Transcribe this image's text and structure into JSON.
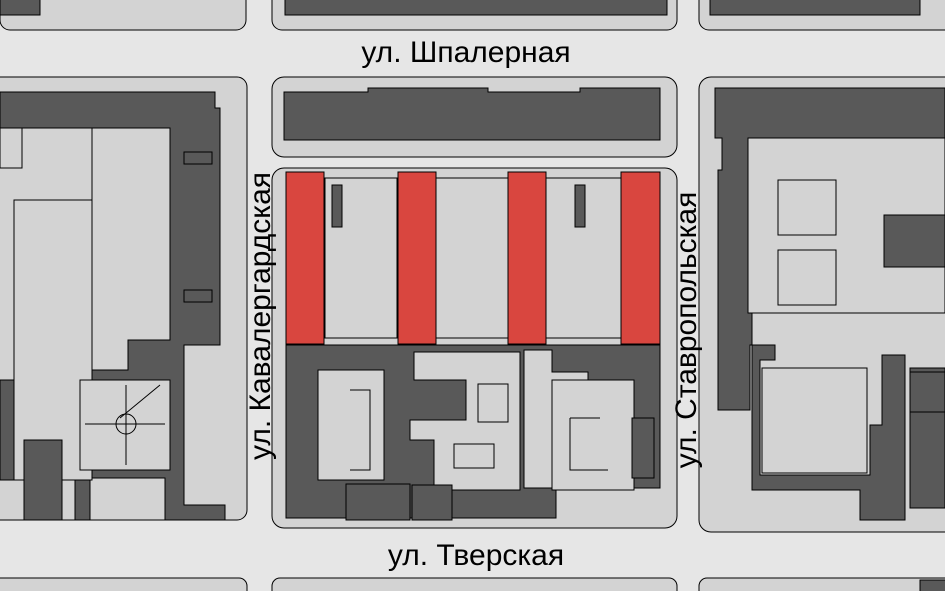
{
  "map": {
    "streets": {
      "shpalernaya": "ул. Шпалерная",
      "kavalergardskaya": "ул. Кавалергардская",
      "stavropolskaya": "ул. Ставропольская",
      "tverskaya": "ул. Тверская"
    },
    "colors": {
      "highlight": "#d9463f",
      "building": "#595959",
      "block": "#d3d3d3",
      "street": "#e6e6e6"
    },
    "highlighted_buildings_count": 4
  }
}
